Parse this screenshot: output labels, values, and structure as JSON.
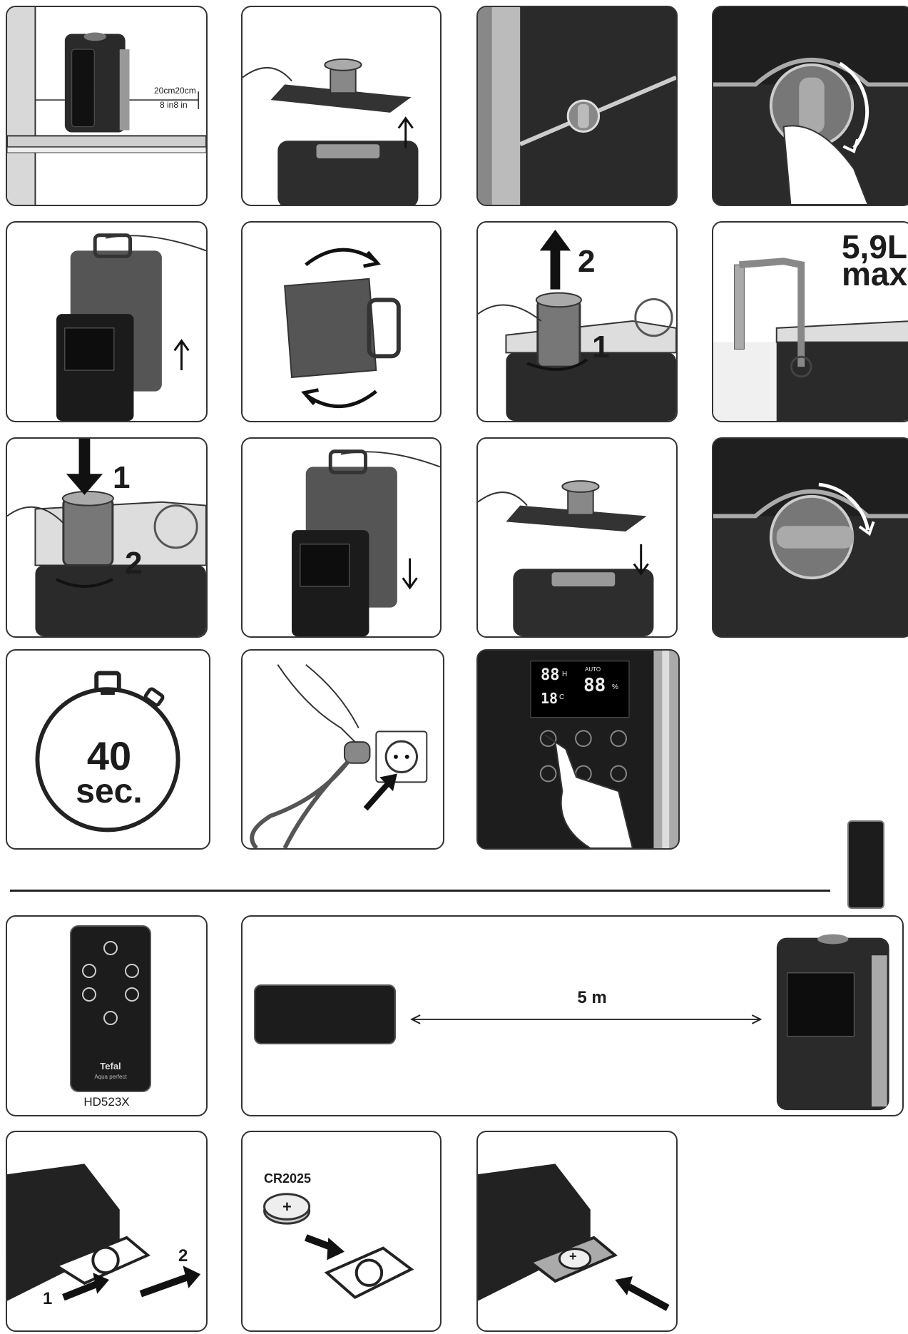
{
  "row1": {
    "clearance_cm": "20cm20cm",
    "clearance_in": "8 in8 in"
  },
  "row2": {
    "step_lift": "2",
    "step_turn": "1",
    "capacity": "5,9L",
    "capacity_unit": "max"
  },
  "row3": {
    "step_press": "1",
    "step_turn": "2"
  },
  "row4": {
    "timer_value": "40",
    "timer_unit": "sec.",
    "display_top": "88",
    "display_h": "H",
    "display_bottom": "18",
    "display_c": "C",
    "display_right": "88",
    "display_pct": "%",
    "display_auto": "AUTO"
  },
  "remote_section": {
    "model": "HD523X",
    "brand": "Tefal",
    "series": "Aqua perfect",
    "range": "5 m",
    "battery": "CR2025",
    "battery_symbol": "+",
    "step_1": "1",
    "step_2": "2"
  }
}
